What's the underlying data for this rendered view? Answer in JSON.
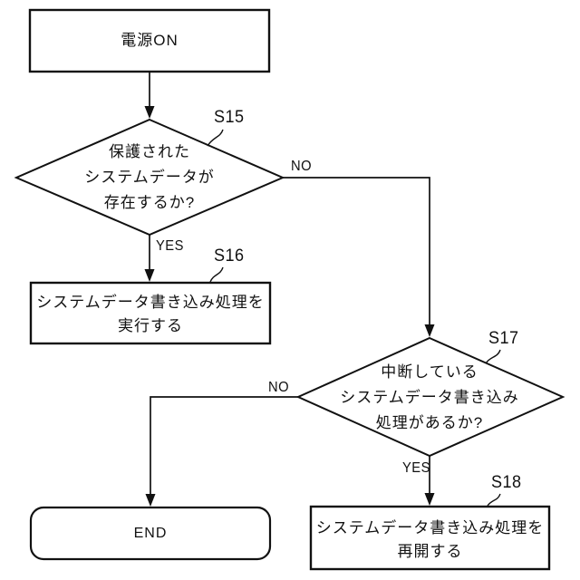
{
  "diagram": {
    "type": "flowchart",
    "nodes": {
      "start": {
        "label": "電源ON"
      },
      "s15": {
        "step": "S15",
        "line1": "保護された",
        "line2": "システムデータが",
        "line3": "存在するか?"
      },
      "s16": {
        "step": "S16",
        "line1": "システムデータ書き込み処理を",
        "line2": "実行する"
      },
      "s17": {
        "step": "S17",
        "line1": "中断している",
        "line2": "システムデータ書き込み",
        "line3": "処理があるか?"
      },
      "s18": {
        "step": "S18",
        "line1": "システムデータ書き込み処理を",
        "line2": "再開する"
      },
      "end": {
        "label": "END"
      }
    },
    "edge_labels": {
      "s15_yes": "YES",
      "s15_no": "NO",
      "s17_yes": "YES",
      "s17_no": "NO"
    },
    "colors": {
      "line": "#111111",
      "text": "#111111",
      "background": "#ffffff"
    }
  }
}
